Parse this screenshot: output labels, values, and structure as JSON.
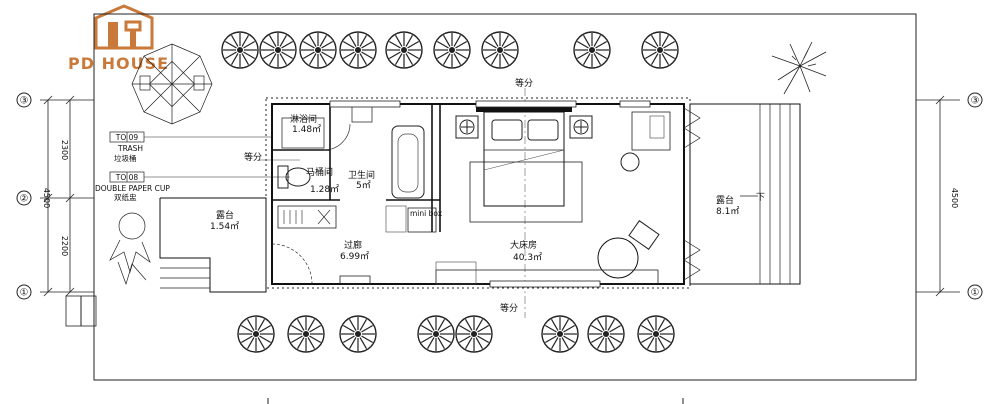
{
  "brand": {
    "name": "PD HOUSE",
    "accent": "#c97a3a"
  },
  "rooms": {
    "shower": {
      "name": "淋浴间",
      "area": "1.48㎡"
    },
    "toilet": {
      "name": "马桶间",
      "area": "1.28㎡"
    },
    "bathroom": {
      "name": "卫生间",
      "area": "5㎡"
    },
    "terrace_left": {
      "name": "露台",
      "area": "1.54㎡"
    },
    "corridor": {
      "name": "过廊",
      "area": "6.99㎡"
    },
    "bedroom": {
      "name": "大床房",
      "area": "40.3㎡"
    },
    "terrace_right": {
      "name": "露台",
      "area": "8.1㎡"
    }
  },
  "labels": {
    "minibox": "mini box",
    "down": "下",
    "equal_top": "等分",
    "equal_bottom": "等分",
    "equal_left": "等分",
    "trash_code": "TO 09",
    "trash_en": "TRASH",
    "trash_cn": "垃圾桶",
    "cup_code": "TO 08",
    "cup_en": "DOUBLE PAPER CUP",
    "cup_cn": "双纸盅"
  },
  "grid_axes": {
    "left": [
      "③",
      "②",
      "①"
    ],
    "right": [
      "③",
      "①"
    ]
  },
  "dimensions": {
    "left_upper": "2300",
    "left_lower": "2200",
    "left_total": "4500",
    "right_total": "4500"
  }
}
